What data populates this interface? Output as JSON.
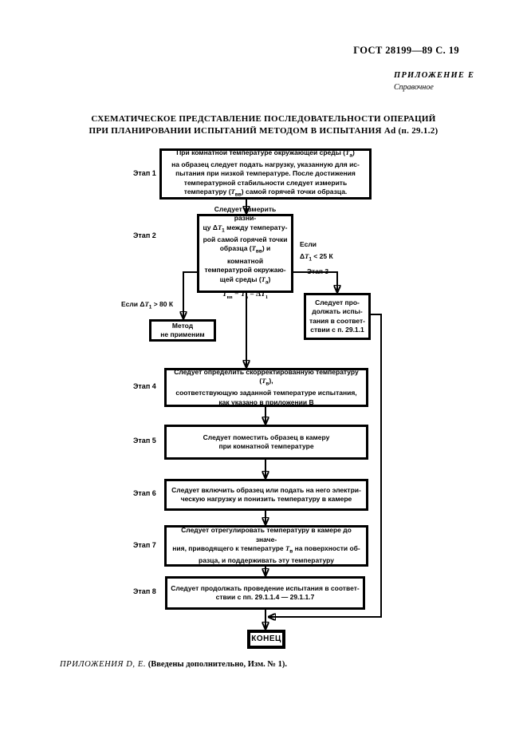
{
  "page": {
    "header_right": "ГОСТ 28199—89 С. 19",
    "appendix": {
      "label": "ПРИЛОЖЕНИЕ Е",
      "subtitle": "Справочное"
    },
    "title": {
      "line1": "СХЕМАТИЧЕСКОЕ ПРЕДСТАВЛЕНИЕ ПОСЛЕДОВАТЕЛЬНОСТИ ОПЕРАЦИЙ",
      "line2": "ПРИ ПЛАНИРОВАНИИ ИСПЫТАНИЙ МЕТОДОМ В ИСПЫТАНИЯ Ad (п. 29.1.2)"
    },
    "footnote": {
      "italic_part": "ПРИЛОЖЕНИЯ D, Е.",
      "bold_part": "(Введены дополнительно, Изм. № 1)."
    }
  },
  "flowchart": {
    "colors": {
      "line": "#000000",
      "border": "#000000",
      "text": "#000000",
      "background": "#ffffff"
    },
    "stage_labels": {
      "s1": "Этап 1",
      "s2": "Этап 2",
      "s4": "Этап 4",
      "s5": "Этап 5",
      "s6": "Этап 6",
      "s7": "Этап 7",
      "s8": "Этап 8"
    },
    "conditions": {
      "left_html": "Если Δ<i>T</i><sub>1</sub> &gt; 80 К",
      "right_line1": "Если",
      "right_line2_html": "Δ<i>T</i><sub>1</sub> &lt; 25 К",
      "right_line3": "Этап 3"
    },
    "boxes": {
      "step1_html": "При комнатной температуре окружающей среды (<i>T</i><sub>а</sub>)<br>на образец следует подать нагрузку, указанную для ис-<br>пытания при низкой температуре. После достижения<br>температурной стабильности следует измерить<br>температуру (<i>T</i><sub>вв</sub>) самой горячей точки образца.",
      "step2_html": "Следует измерить разни-<br>цу Δ<i>T</i><sub>1</sub> между температу-<br>рой самой горячей точки<br>образца (<i>T</i><sub>вв</sub>) и комнатной<br>температурой окружаю-<br>щей среды (<i>T</i><sub>а</sub>)",
      "step2_formula_html": "<i>T</i><sub>вв</sub> − <i>T</i><sub>а</sub> = Δ<i>T</i><sub>1</sub>",
      "method_na_html": "Метод<br>не применим",
      "step3_html": "Следует про-<br>должать испы-<br>тания в соответ-<br>ствии с п. 29.1.1",
      "step4_html": "Следует определить скорректированную температуру (<i>T</i><sub>в</sub>),<br>соответствующую заданной температуре испытания,<br>как указано в приложении В",
      "step5_html": "Следует поместить образец в камеру<br>при комнатной температуре",
      "step6_html": "Следует включить образец или подать на него электри-<br>ческую нагрузку и понизить температуру в камере",
      "step7_html": "Следует отрегулировать температуру в камере до значе-<br>ния, приводящего к температуре <i>T</i><sub>в</sub> на поверхности об-<br>разца, и поддерживать эту температуру",
      "step8_html": "Следует продолжать проведение испытания в соответ-<br>ствии с пп. 29.1.1.4 — 29.1.1.7",
      "end_label": "КОНЕЦ"
    }
  }
}
